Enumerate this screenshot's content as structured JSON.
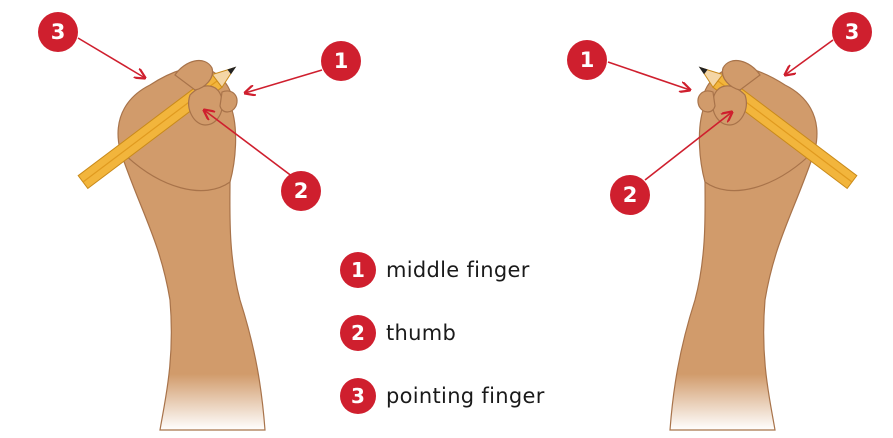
{
  "legend": [
    {
      "number": "1",
      "label": "middle finger"
    },
    {
      "number": "2",
      "label": "thumb"
    },
    {
      "number": "3",
      "label": "pointing finger"
    }
  ],
  "left_hand": {
    "markers": [
      "3",
      "1",
      "2"
    ]
  },
  "right_hand": {
    "markers": [
      "1",
      "3",
      "2"
    ]
  },
  "colors": {
    "badge": "#cf1f2e",
    "skin": "#d19b6b",
    "skin_outline": "#a8734a",
    "pencil": "#f2b53c",
    "pencil_stripe": "#e09a1f"
  }
}
